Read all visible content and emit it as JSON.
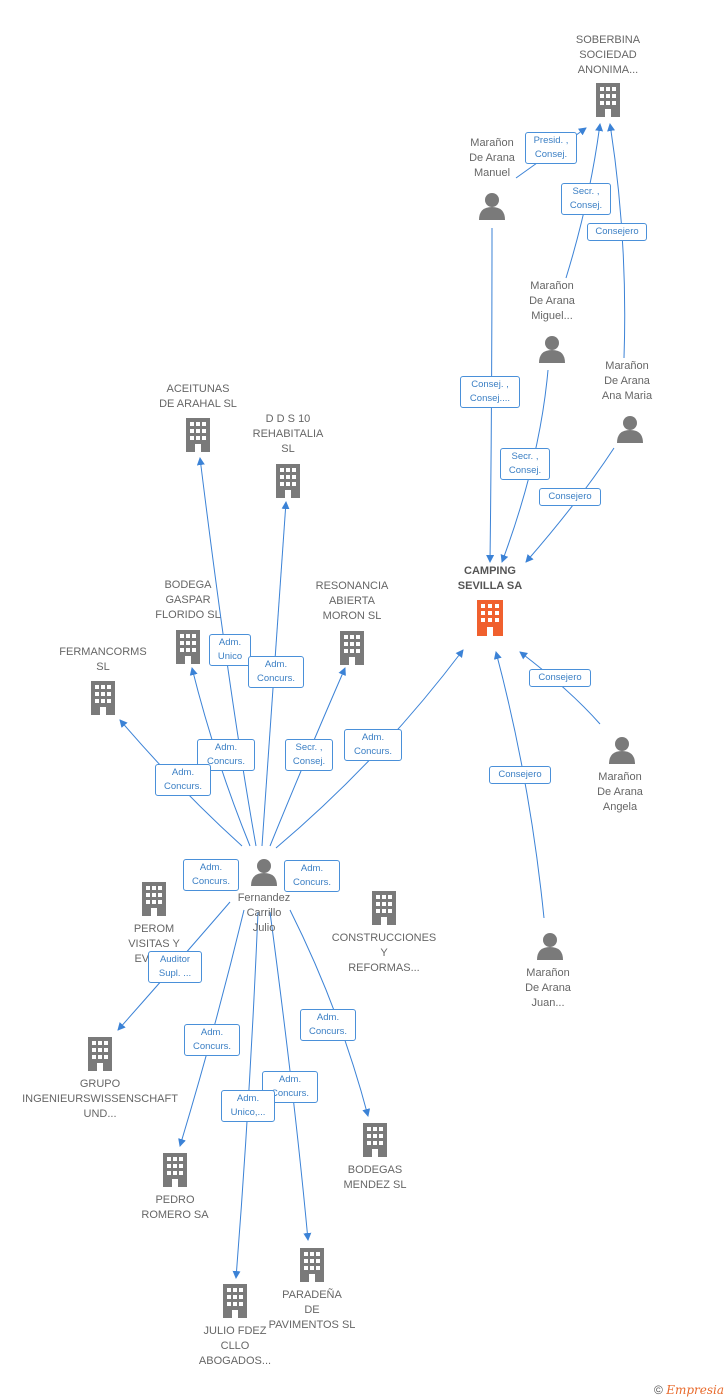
{
  "colors": {
    "edge": "#3b82d6",
    "company": "#7a7a7a",
    "focus_company": "#f0602e",
    "person": "#7a7a7a"
  },
  "nodes": {
    "soberbina": {
      "label": "SOBERBINA\nSOCIEDAD\nANONIMA...",
      "icon": "building-icon"
    },
    "manuel": {
      "label": "Marañon\nDe Arana\nManuel",
      "icon": "person-icon"
    },
    "miguel": {
      "label": "Marañon\nDe Arana\nMiguel...",
      "icon": "person-icon"
    },
    "ana_maria": {
      "label": "Marañon\nDe Arana\nAna Maria",
      "icon": "person-icon"
    },
    "camping": {
      "label": "CAMPING\nSEVILLA SA",
      "icon": "building-icon"
    },
    "angela": {
      "label": "Marañon\nDe Arana\nAngela",
      "icon": "person-icon"
    },
    "juan": {
      "label": "Marañon\nDe Arana\nJuan...",
      "icon": "person-icon"
    },
    "aceitunas": {
      "label": "ACEITUNAS\nDE ARAHAL SL",
      "icon": "building-icon"
    },
    "dds10": {
      "label": "D D S 10\nREHABITALIA\nSL",
      "icon": "building-icon"
    },
    "bodega_gaspar": {
      "label": "BODEGA\nGASPAR\nFLORIDO SL",
      "icon": "building-icon"
    },
    "resonancia": {
      "label": "RESONANCIA\nABIERTA\nMORON SL",
      "icon": "building-icon"
    },
    "fermancorms": {
      "label": "FERMANCORMS\nSL",
      "icon": "building-icon"
    },
    "fernandez": {
      "label": "Fernandez\nCarrillo\nJulio",
      "icon": "person-icon"
    },
    "perom": {
      "label": "PEROM\nVISITAS Y\nEVEN...",
      "icon": "building-icon"
    },
    "construcciones": {
      "label": "CONSTRUCCIONES\nY\nREFORMAS...",
      "icon": "building-icon"
    },
    "grupo": {
      "label": "GRUPO\nINGENIEURSWISSENSCHAFT\nUND...",
      "icon": "building-icon"
    },
    "bodegas_mendez": {
      "label": "BODEGAS\nMENDEZ SL",
      "icon": "building-icon"
    },
    "pedro": {
      "label": "PEDRO\nROMERO SA",
      "icon": "building-icon"
    },
    "paradena": {
      "label": "PARADEÑA\nDE\nPAVIMENTOS SL",
      "icon": "building-icon"
    },
    "julio_fdez": {
      "label": "JULIO FDEZ\nCLLO\nABOGADOS...",
      "icon": "building-icon"
    }
  },
  "badges": {
    "b1": "Presid. ,\nConsej.",
    "b2": "Secr. ,\nConsej.",
    "b3": "Consejero",
    "b4": "Consej. ,\nConsej....",
    "b5": "Secr. ,\nConsej.",
    "b6": "Consejero",
    "b7": "Consejero",
    "b8": "Consejero",
    "b9": "Adm.\nUnico",
    "b10": "Adm.\nConcurs.",
    "b11": "Adm.\nConcurs.",
    "b12": "Secr. ,\nConsej.",
    "b13": "Adm.\nConcurs.",
    "b14": "Adm.\nConcurs.",
    "b15": "Adm.\nConcurs.",
    "b16": "Adm.\nConcurs.",
    "b17": "Auditor\nSupl. ...",
    "b18": "Adm.\nConcurs.",
    "b19": "Adm.\nConcurs.",
    "b20": "Adm.\nConcurs.",
    "b21": "Adm.\nUnico,..."
  },
  "footer": {
    "copyright": "©",
    "brand": "Empresia"
  }
}
